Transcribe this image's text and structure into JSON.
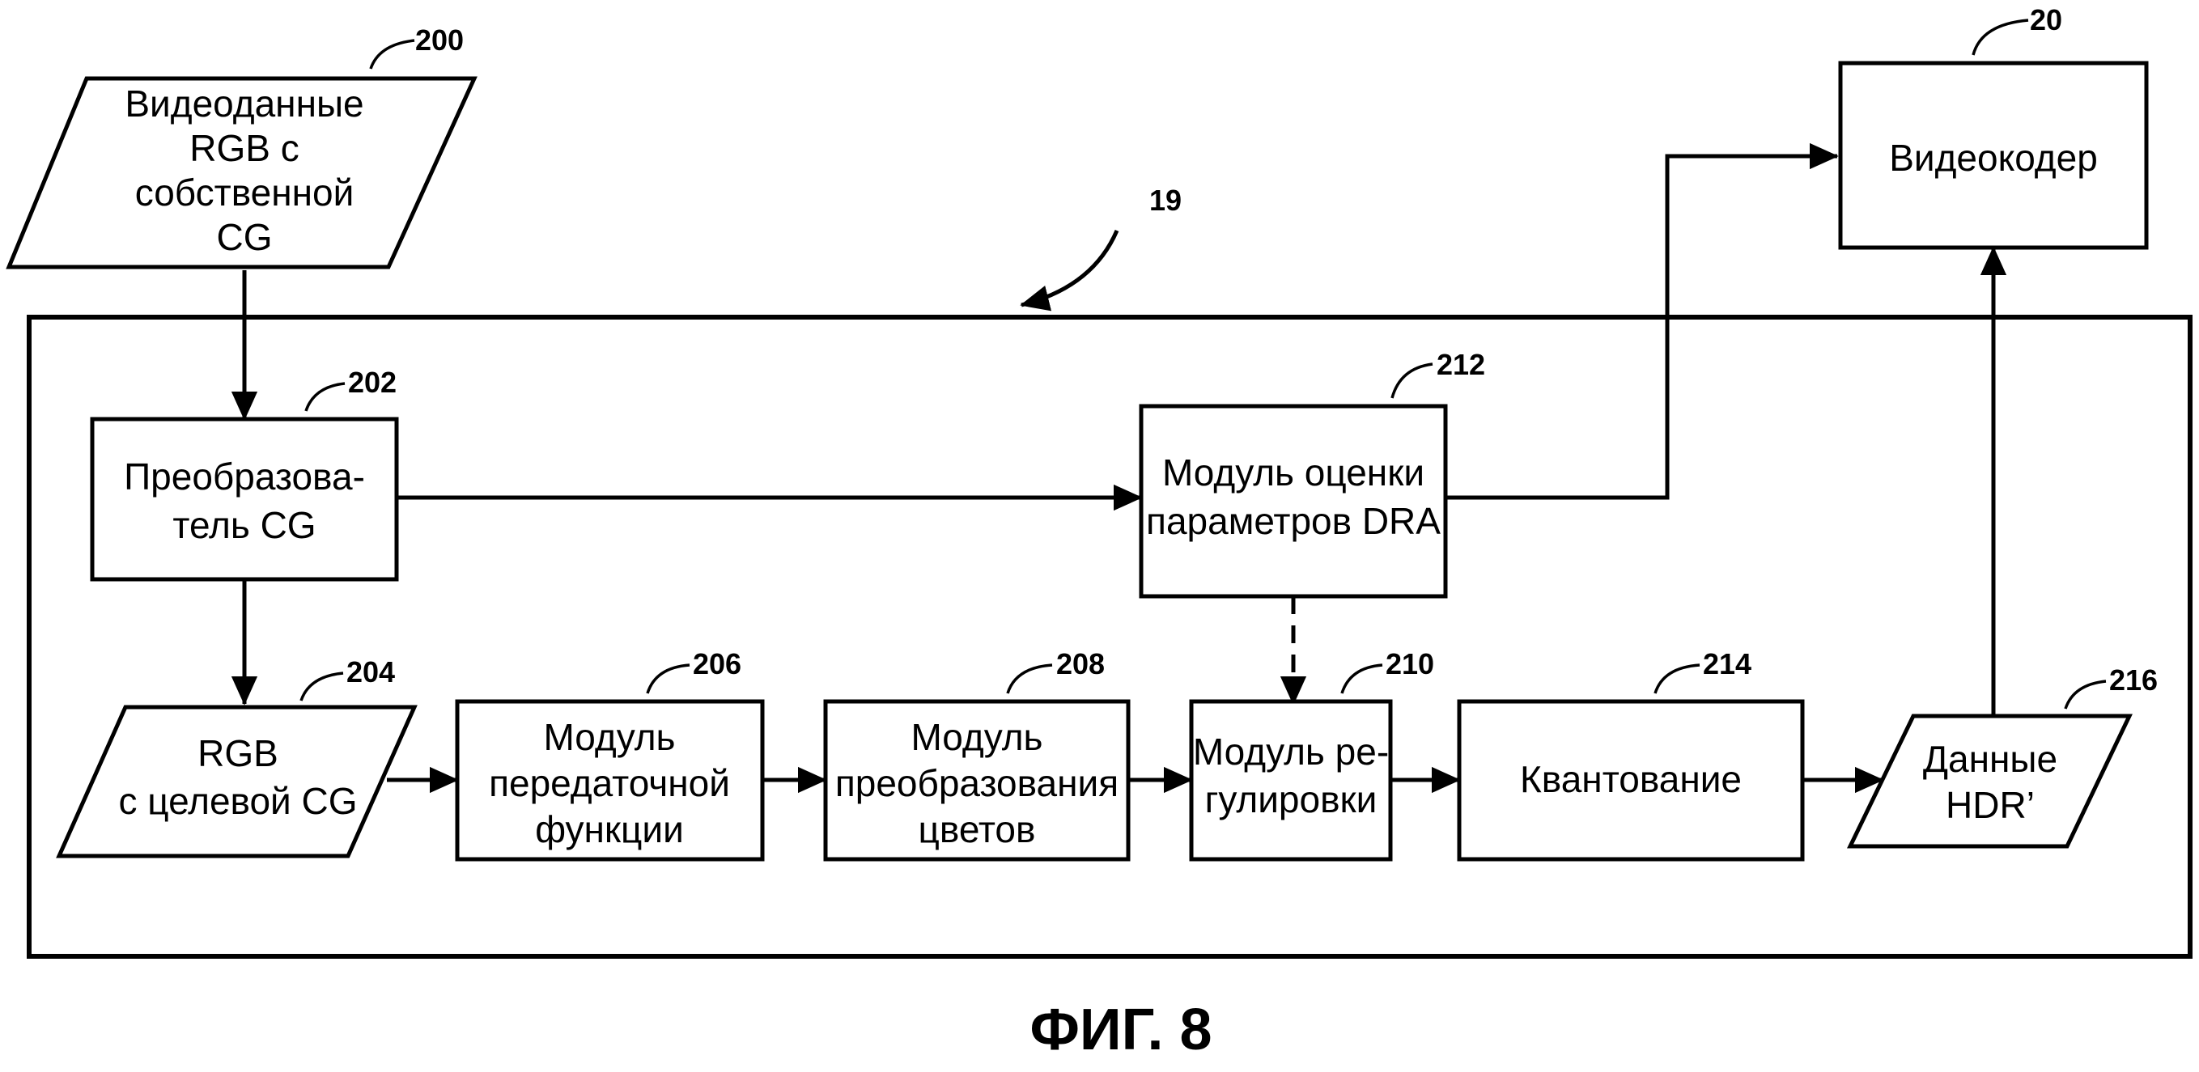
{
  "nodes": {
    "n200": {
      "ref": "200",
      "lines": [
        "Видеоданные",
        "RGB с",
        "собственной",
        "CG"
      ]
    },
    "n20": {
      "ref": "20",
      "lines": [
        "Видеокодер"
      ]
    },
    "n19": {
      "ref": "19"
    },
    "n202": {
      "ref": "202",
      "lines": [
        "Преобразова-",
        "тель CG"
      ]
    },
    "n212": {
      "ref": "212",
      "lines": [
        "Модуль оценки",
        "параметров DRA"
      ]
    },
    "n204": {
      "ref": "204",
      "lines": [
        "RGB",
        "с целевой CG"
      ]
    },
    "n206": {
      "ref": "206",
      "lines": [
        "Модуль",
        "передаточной",
        "функции"
      ]
    },
    "n208": {
      "ref": "208",
      "lines": [
        "Модуль",
        "преобразования",
        "цветов"
      ]
    },
    "n210": {
      "ref": "210",
      "lines": [
        "Модуль ре-",
        "гулировки"
      ]
    },
    "n214": {
      "ref": "214",
      "lines": [
        "Квантование"
      ]
    },
    "n216": {
      "ref": "216",
      "lines": [
        "Данные",
        "HDR’"
      ]
    }
  },
  "caption": "ФИГ. 8"
}
